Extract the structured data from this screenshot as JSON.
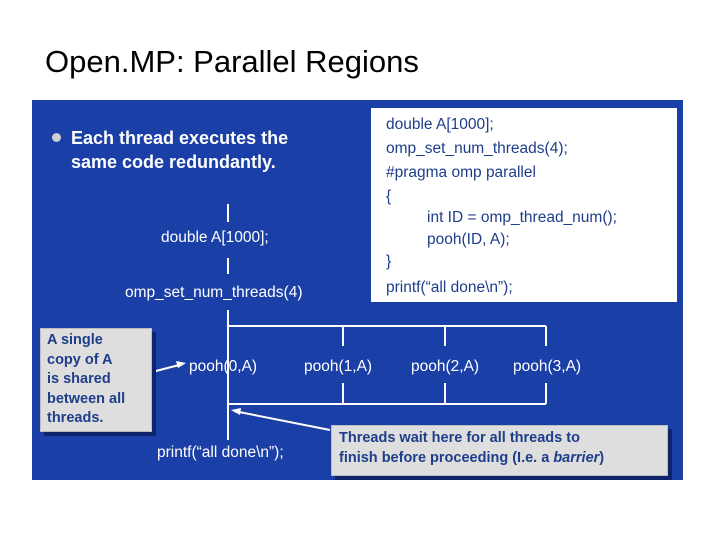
{
  "title": "Open.MP: Parallel Regions",
  "bullet": {
    "line1": "Each thread executes the",
    "line2": "same code redundantly."
  },
  "code": [
    "double A[1000];",
    "omp_set_num_threads(4);",
    "#pragma omp parallel",
    "{",
    "int ID = omp_thread_num();",
    "pooh(ID, A);",
    "}",
    "printf(“all done\\n”);"
  ],
  "flow": {
    "decl": "double A[1000];",
    "set_threads": "omp_set_num_threads(4)",
    "calls": [
      "pooh(0,A)",
      "pooh(1,A)",
      "pooh(2,A)",
      "pooh(3,A)"
    ],
    "printf": "printf(“all done\\n”);"
  },
  "note_shared": {
    "lines": [
      "A single",
      "copy of A",
      "is shared",
      "between all",
      "threads."
    ]
  },
  "note_wait": {
    "line1": "Threads wait  here  for all threads to",
    "line2_pre": "finish before proceeding (I.e. a ",
    "line2_em": "barrier",
    "line2_post": ")"
  },
  "colors": {
    "panel": "#1a3fa6",
    "code_text": "#1e3d8a",
    "flow_text": "#ffffff",
    "note_bg": "#dedede"
  }
}
